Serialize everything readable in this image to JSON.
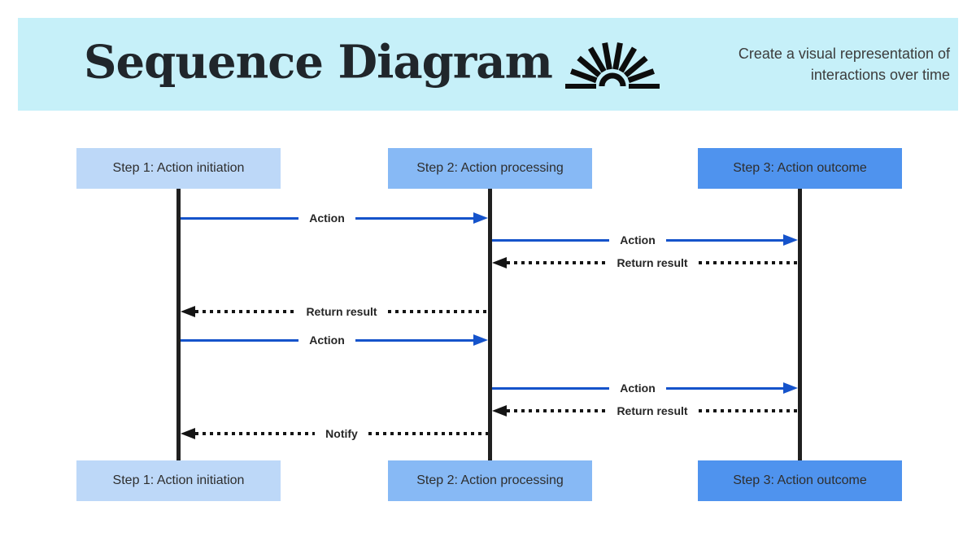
{
  "header": {
    "title": "Sequence Diagram",
    "tagline_line1": "Create a visual representation of",
    "tagline_line2": "interactions over time",
    "logo": "sunburst-icon",
    "background_color": "#c6f0f9",
    "title_color": "#20262b"
  },
  "diagram": {
    "actors": [
      {
        "label": "Step 1: Action initiation",
        "color": "#bdd8f8"
      },
      {
        "label": "Step 2: Action processing",
        "color": "#87b9f5"
      },
      {
        "label": "Step 3: Action outcome",
        "color": "#4f93ee"
      }
    ],
    "lifeline_color": "#202020",
    "messages": [
      {
        "label": "Action",
        "from": "Step 1: Action initiation",
        "to": "Step 2: Action processing",
        "style": "solid",
        "color": "#1553cb"
      },
      {
        "label": "Action",
        "from": "Step 2: Action processing",
        "to": "Step 3: Action outcome",
        "style": "solid",
        "color": "#1553cb"
      },
      {
        "label": "Return result",
        "from": "Step 3: Action outcome",
        "to": "Step 2: Action processing",
        "style": "dotted",
        "color": "#141414"
      },
      {
        "label": "Return result",
        "from": "Step 2: Action processing",
        "to": "Step 1: Action initiation",
        "style": "dotted",
        "color": "#141414"
      },
      {
        "label": "Action",
        "from": "Step 1: Action initiation",
        "to": "Step 2: Action processing",
        "style": "solid",
        "color": "#1553cb"
      },
      {
        "label": "Action",
        "from": "Step 2: Action processing",
        "to": "Step 3: Action outcome",
        "style": "solid",
        "color": "#1553cb"
      },
      {
        "label": "Return result",
        "from": "Step 3: Action outcome",
        "to": "Step 2: Action processing",
        "style": "dotted",
        "color": "#141414"
      },
      {
        "label": "Notify",
        "from": "Step 2: Action processing",
        "to": "Step 1: Action initiation",
        "style": "dotted",
        "color": "#141414"
      }
    ]
  }
}
